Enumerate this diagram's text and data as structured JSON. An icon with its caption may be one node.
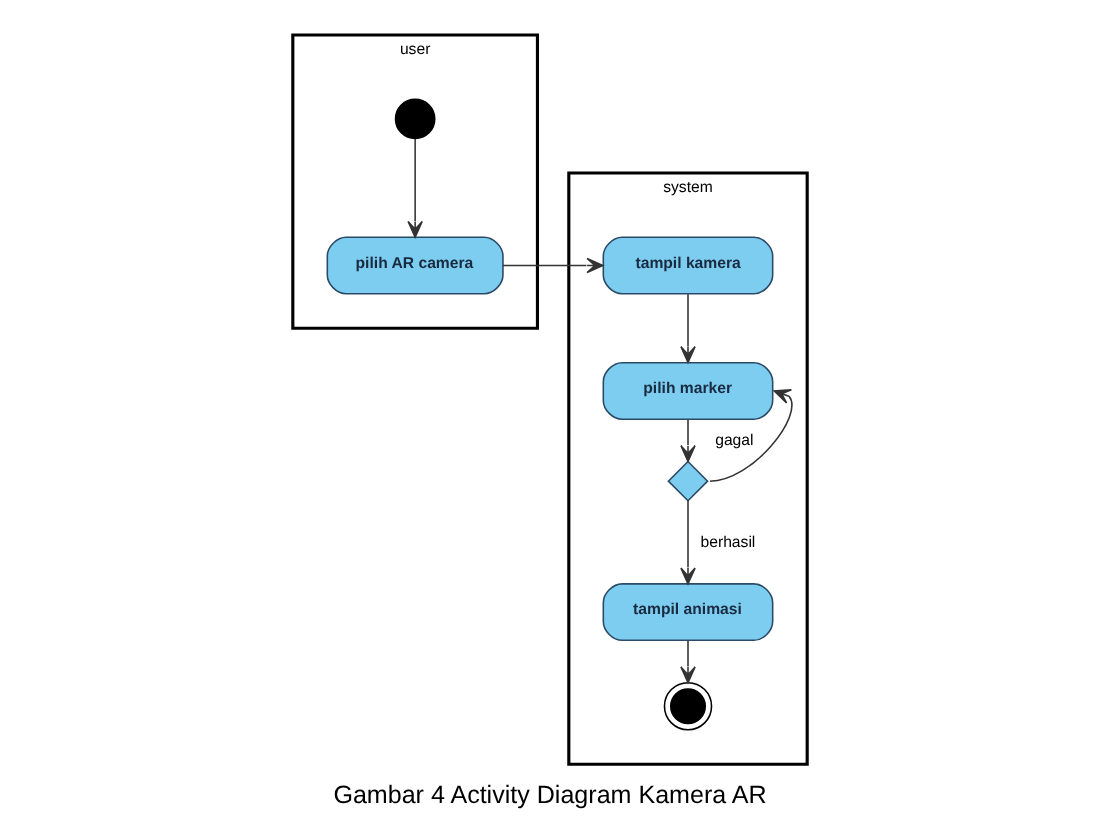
{
  "diagram": {
    "caption": "Gambar 4 Activity Diagram Kamera AR",
    "nodes": [
      {
        "text": [
          "user"
        ]
      },
      {
        "text": [],
        "shape": "circle",
        "in": 0
      },
      {
        "text": [
          "pilih AR camera"
        ],
        "in": 0
      },
      {
        "text": [
          "system"
        ]
      },
      {
        "text": [
          "tampil kamera"
        ],
        "in": 3
      },
      {
        "text": [
          "pilih marker"
        ],
        "in": 3
      },
      {
        "text": [],
        "shape": "diamond",
        "in": 3
      },
      {
        "text": [
          "tampil animasi"
        ],
        "in": 3
      },
      {
        "text": [],
        "shape": "circle",
        "in": 3
      }
    ],
    "edges": [
      {
        "from": 1,
        "to": 2,
        "arrow": "to"
      },
      {
        "from": 2,
        "to": 4,
        "arrow": "to"
      },
      {
        "from": 4,
        "to": 5,
        "arrow": "to"
      },
      {
        "from": 5,
        "to": 6,
        "arrow": "to"
      },
      {
        "from": 6,
        "to": 5,
        "label": "gagal",
        "arrow": "to"
      },
      {
        "from": 6,
        "to": 7,
        "label": "berhasil",
        "arrow": "to"
      },
      {
        "from": 7,
        "to": 8,
        "arrow": "to"
      }
    ]
  }
}
